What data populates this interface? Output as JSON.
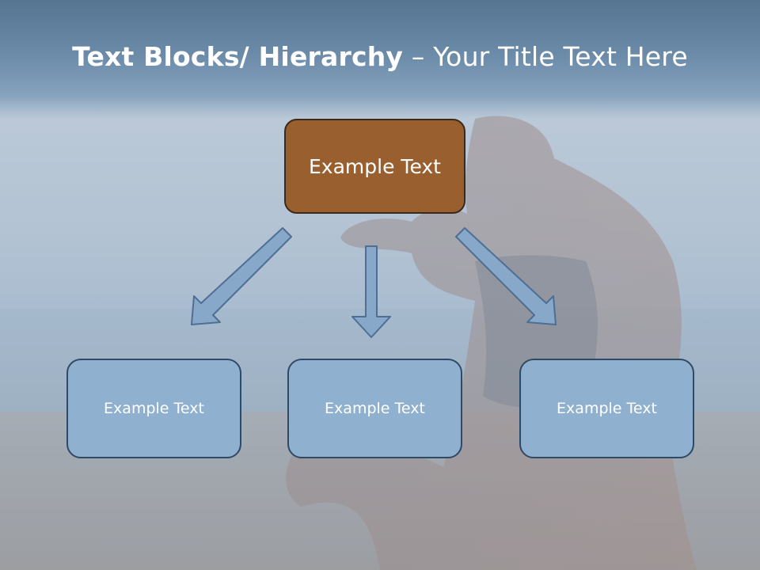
{
  "title": {
    "bold_part": "Text Blocks/ Hierarchy",
    "separator": " – ",
    "regular_part": "Your Title Text Here"
  },
  "hierarchy": {
    "top": {
      "label": "Example Text"
    },
    "children": [
      {
        "label": "Example Text"
      },
      {
        "label": "Example Text"
      },
      {
        "label": "Example Text"
      }
    ]
  },
  "colors": {
    "title_band": "#6a8aa8",
    "top_box_fill": "#9a5f2f",
    "top_box_border": "#3a2a1c",
    "child_box_fill": "#8fb0cf",
    "child_box_border": "#2f4a66",
    "arrow_fill": "#87a8c8",
    "arrow_border": "#4e6f93"
  }
}
